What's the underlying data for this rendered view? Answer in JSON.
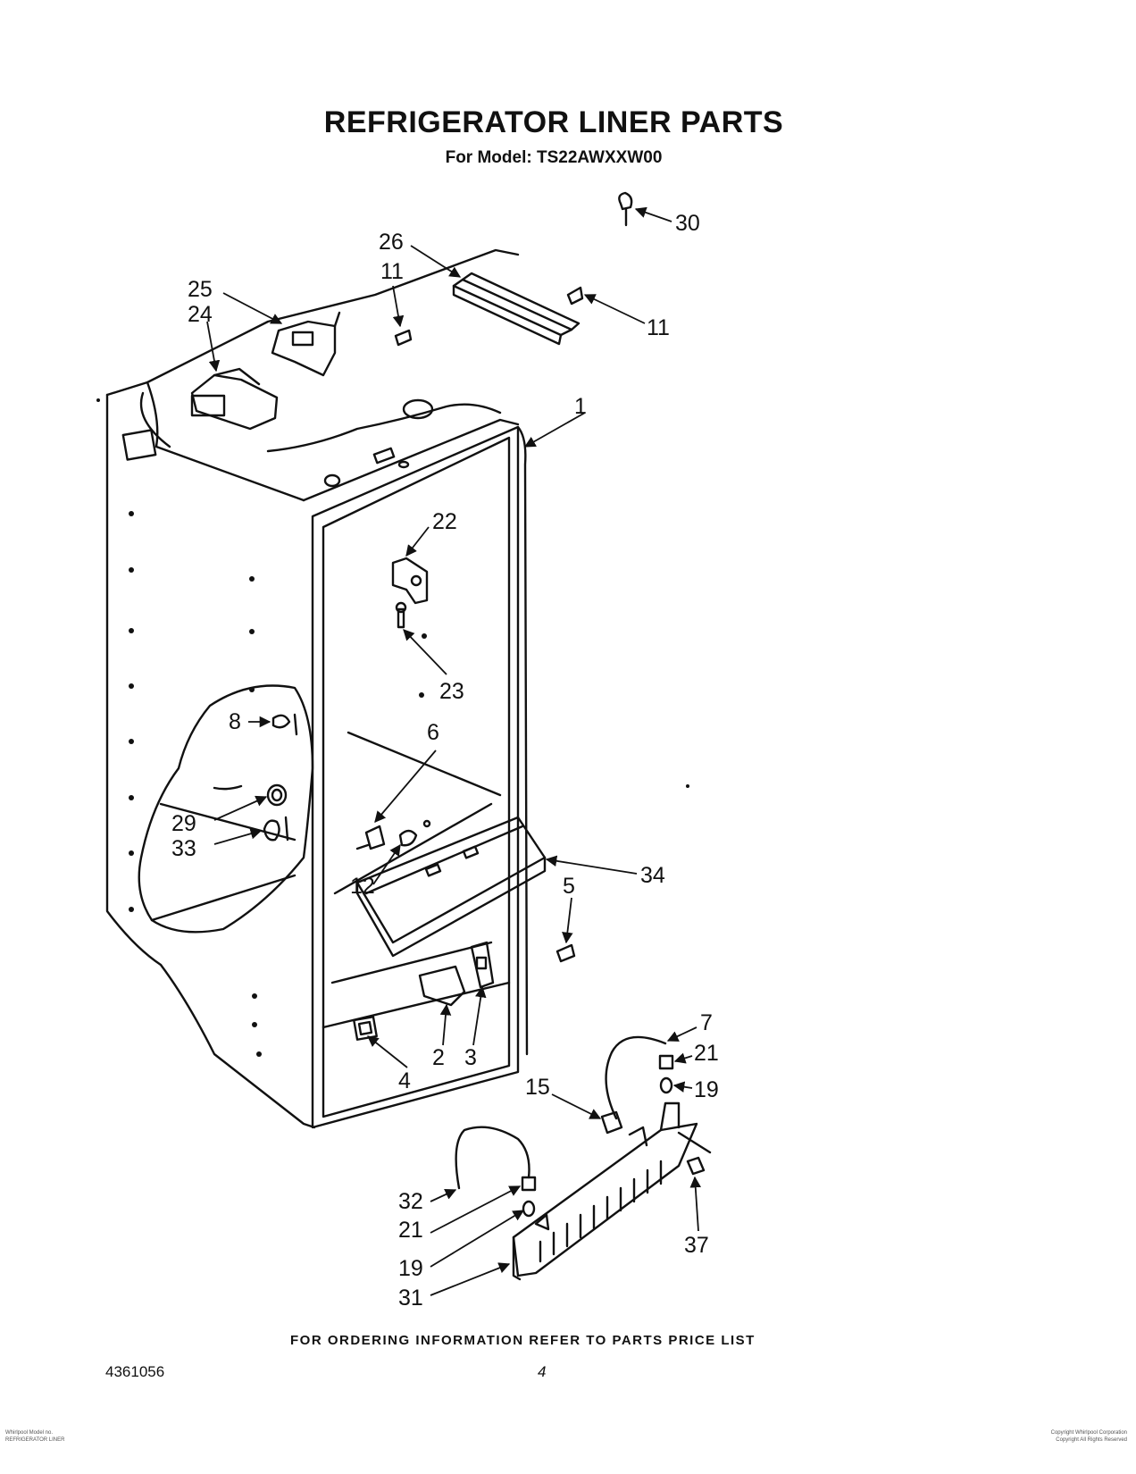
{
  "title": "REFRIGERATOR LINER PARTS",
  "subtitle": "For Model: TS22AWXXW00",
  "footer_note": "FOR ORDERING INFORMATION REFER TO PARTS PRICE LIST",
  "document_number": "4361056",
  "page_number": "4",
  "fine_print_left": [
    "Whirlpool Model no.",
    "REFRIGERATOR LINER"
  ],
  "fine_print_right": [
    "Copyright Whirlpool Corporation",
    "Copyright All Rights Reserved"
  ],
  "callouts": [
    {
      "id": "c30",
      "text": "30"
    },
    {
      "id": "c26",
      "text": "26"
    },
    {
      "id": "c11a",
      "text": "11"
    },
    {
      "id": "c11b",
      "text": "11"
    },
    {
      "id": "c25",
      "text": "25"
    },
    {
      "id": "c24",
      "text": "24"
    },
    {
      "id": "c1",
      "text": "1"
    },
    {
      "id": "c22",
      "text": "22"
    },
    {
      "id": "c23",
      "text": "23"
    },
    {
      "id": "c8",
      "text": "8"
    },
    {
      "id": "c6",
      "text": "6"
    },
    {
      "id": "c29",
      "text": "29"
    },
    {
      "id": "c33",
      "text": "33"
    },
    {
      "id": "c12",
      "text": "12"
    },
    {
      "id": "c34",
      "text": "34"
    },
    {
      "id": "c5",
      "text": "5"
    },
    {
      "id": "c2",
      "text": "2"
    },
    {
      "id": "c3",
      "text": "3"
    },
    {
      "id": "c4",
      "text": "4"
    },
    {
      "id": "c7",
      "text": "7"
    },
    {
      "id": "c21a",
      "text": "21"
    },
    {
      "id": "c19a",
      "text": "19"
    },
    {
      "id": "c15",
      "text": "15"
    },
    {
      "id": "c32",
      "text": "32"
    },
    {
      "id": "c21b",
      "text": "21"
    },
    {
      "id": "c37",
      "text": "37"
    },
    {
      "id": "c19b",
      "text": "19"
    },
    {
      "id": "c31",
      "text": "31"
    }
  ]
}
